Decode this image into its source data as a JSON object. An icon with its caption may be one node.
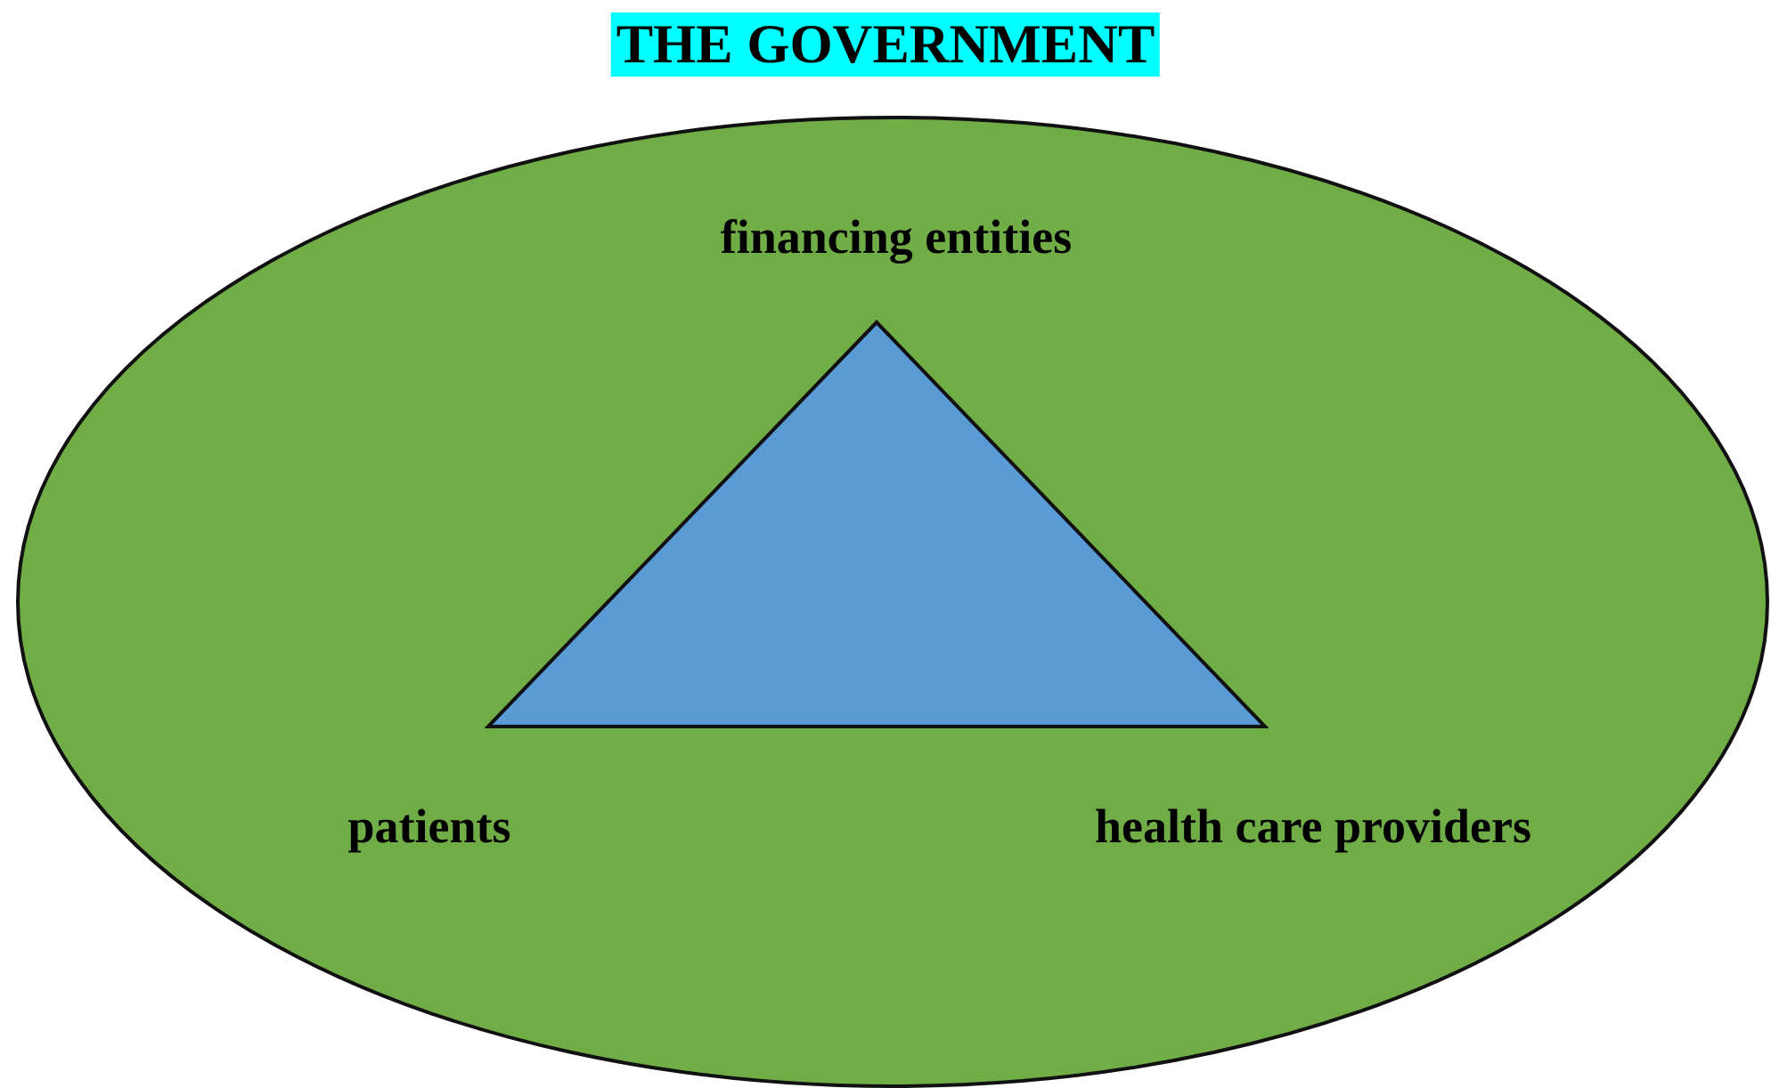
{
  "diagram": {
    "nodes": [
      {
        "text": [
          "THE GOVERNMENT"
        ]
      },
      {
        "text": [],
        "shape": "triangle",
        "in": 0
      }
    ],
    "labels": [
      "financing entities",
      "patients",
      "health care providers"
    ]
  }
}
